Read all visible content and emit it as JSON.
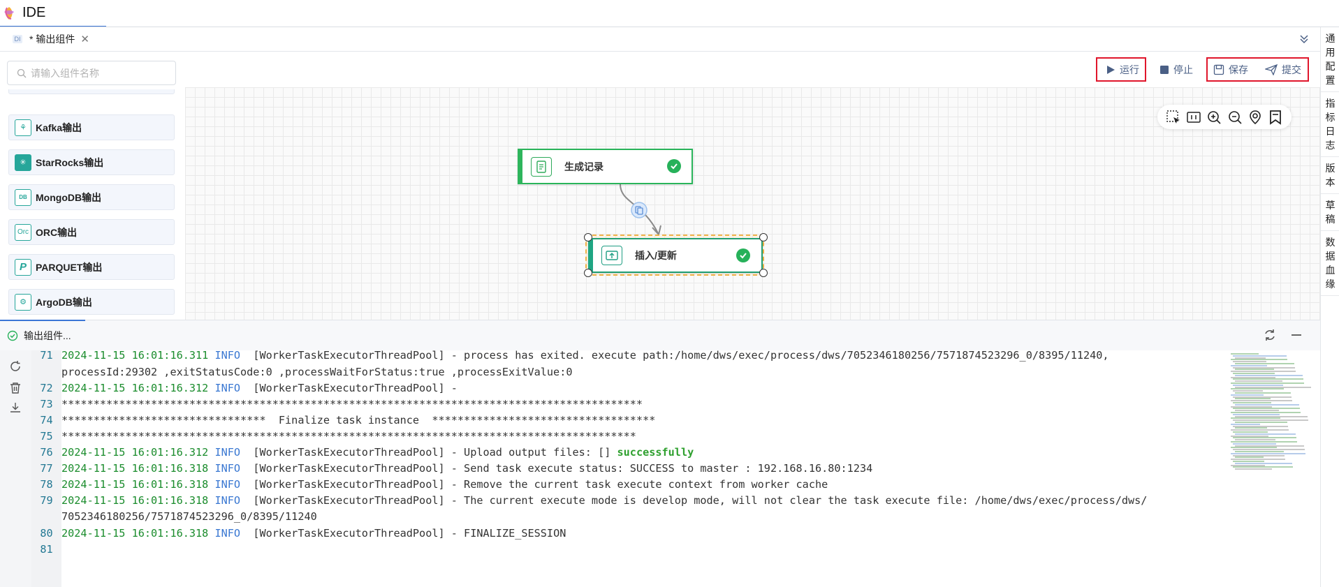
{
  "app": {
    "title": "IDE"
  },
  "tab": {
    "badge": "DI",
    "label": "* 输出组件",
    "close": "✕"
  },
  "search": {
    "placeholder": "请输入组件名称"
  },
  "components": [
    {
      "icon": "kafka-icon",
      "label": "Kafka输出",
      "glyph": "⚘"
    },
    {
      "icon": "starrocks-icon",
      "label": "StarRocks输出",
      "glyph": "✳"
    },
    {
      "icon": "mongodb-icon",
      "label": "MongoDB输出",
      "glyph": "DB"
    },
    {
      "icon": "orc-icon",
      "label": "ORC输出",
      "glyph": "Orc"
    },
    {
      "icon": "parquet-icon",
      "label": "PARQUET输出",
      "glyph": "P"
    },
    {
      "icon": "argodb-icon",
      "label": "ArgoDB输出",
      "glyph": "⚙"
    }
  ],
  "actions": {
    "run": "运行",
    "stop": "停止",
    "save": "保存",
    "submit": "提交"
  },
  "right_sidebar": [
    {
      "id": "general-config",
      "chars": [
        "通",
        "用",
        "配",
        "置"
      ]
    },
    {
      "id": "metric-log",
      "chars": [
        "指",
        "标",
        "日",
        "志"
      ]
    },
    {
      "id": "version",
      "chars": [
        "版",
        "本"
      ]
    },
    {
      "id": "draft",
      "chars": [
        "草",
        "稿"
      ]
    },
    {
      "id": "data-lineage",
      "chars": [
        "数",
        "据",
        "血",
        "缘"
      ]
    }
  ],
  "nodes": {
    "source": "生成记录",
    "target": "插入/更新"
  },
  "bottom_panel": {
    "title": "输出组件..."
  },
  "log": [
    {
      "n": "71",
      "ts": "2024-11-15 16:01:16.311",
      "lvl": "INFO",
      "rest": "  [WorkerTaskExecutorThreadPool] - process has exited. execute path:/home/dws/exec/process/dws/7052346180256/7571874523296_0/8395/11240,"
    },
    {
      "n": "",
      "ts": "",
      "lvl": "",
      "rest": "processId:29302 ,exitStatusCode:0 ,processWaitForStatus:true ,processExitValue:0"
    },
    {
      "n": "72",
      "ts": "2024-11-15 16:01:16.312",
      "lvl": "INFO",
      "rest": "  [WorkerTaskExecutorThreadPool] -"
    },
    {
      "n": "73",
      "ts": "",
      "lvl": "",
      "rest": "*******************************************************************************************"
    },
    {
      "n": "74",
      "ts": "",
      "lvl": "",
      "rest": "********************************  Finalize task instance  ***********************************"
    },
    {
      "n": "75",
      "ts": "",
      "lvl": "",
      "rest": "******************************************************************************************"
    },
    {
      "n": "76",
      "ts": "2024-11-15 16:01:16.312",
      "lvl": "INFO",
      "rest": "  [WorkerTaskExecutorThreadPool] - Upload output files: [] ",
      "succ": "successfully"
    },
    {
      "n": "77",
      "ts": "2024-11-15 16:01:16.318",
      "lvl": "INFO",
      "rest": "  [WorkerTaskExecutorThreadPool] - Send task execute status: SUCCESS to master : 192.168.16.80:1234"
    },
    {
      "n": "78",
      "ts": "2024-11-15 16:01:16.318",
      "lvl": "INFO",
      "rest": "  [WorkerTaskExecutorThreadPool] - Remove the current task execute context from worker cache"
    },
    {
      "n": "79",
      "ts": "2024-11-15 16:01:16.318",
      "lvl": "INFO",
      "rest": "  [WorkerTaskExecutorThreadPool] - The current execute mode is develop mode, will not clear the task execute file: /home/dws/exec/process/dws/"
    },
    {
      "n": "",
      "ts": "",
      "lvl": "",
      "rest": "7052346180256/7571874523296_0/8395/11240"
    },
    {
      "n": "80",
      "ts": "2024-11-15 16:01:16.318",
      "lvl": "INFO",
      "rest": "  [WorkerTaskExecutorThreadPool] - FINALIZE_SESSION"
    },
    {
      "n": "81",
      "ts": "",
      "lvl": "",
      "rest": ""
    }
  ],
  "colors": {
    "accent": "#3b76d6",
    "node_green": "#29b45a",
    "highlight_red": "#e0162b",
    "selection_orange": "#f0b349"
  }
}
